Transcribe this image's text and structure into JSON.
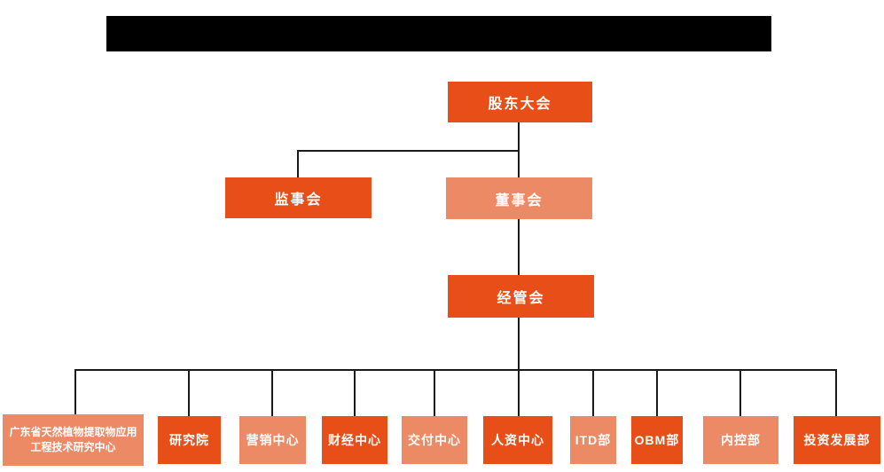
{
  "page": {
    "background": "#FFFFFF"
  },
  "colors": {
    "primary_box": "#E84E17",
    "secondary_box": "#ED8A66",
    "connector_line": "#1A1A1A",
    "box_text": "#FFFFFF",
    "redaction_bar": "#000000"
  },
  "org_chart": {
    "type": "org-tree",
    "redacted_header": true,
    "nodes": {
      "shareholders_meeting": {
        "label": "股东大会",
        "variant": "primary"
      },
      "supervisory_board": {
        "label": "监事会",
        "variant": "primary"
      },
      "board_of_directors": {
        "label": "董事会",
        "variant": "secondary"
      },
      "management_committee": {
        "label": "经管会",
        "variant": "primary"
      },
      "departments": [
        {
          "label": "广东省天然植物提取物应用工程技术研究中心",
          "variant": "secondary"
        },
        {
          "label": "研究院",
          "variant": "primary"
        },
        {
          "label": "营销中心",
          "variant": "secondary"
        },
        {
          "label": "财经中心",
          "variant": "primary"
        },
        {
          "label": "交付中心",
          "variant": "secondary"
        },
        {
          "label": "人资中心",
          "variant": "primary"
        },
        {
          "label": "ITD部",
          "variant": "secondary"
        },
        {
          "label": "OBM部",
          "variant": "primary"
        },
        {
          "label": "内控部",
          "variant": "secondary"
        },
        {
          "label": "投资发展部",
          "variant": "primary"
        }
      ]
    },
    "hierarchy": {
      "root": "股东大会",
      "children_of_root": [
        "监事会",
        "董事会"
      ],
      "children_of_board_of_directors": [
        "经管会"
      ],
      "children_of_management_committee": [
        "广东省天然植物提取物应用工程技术研究中心",
        "研究院",
        "营销中心",
        "财经中心",
        "交付中心",
        "人资中心",
        "ITD部",
        "OBM部",
        "内控部",
        "投资发展部"
      ]
    }
  }
}
